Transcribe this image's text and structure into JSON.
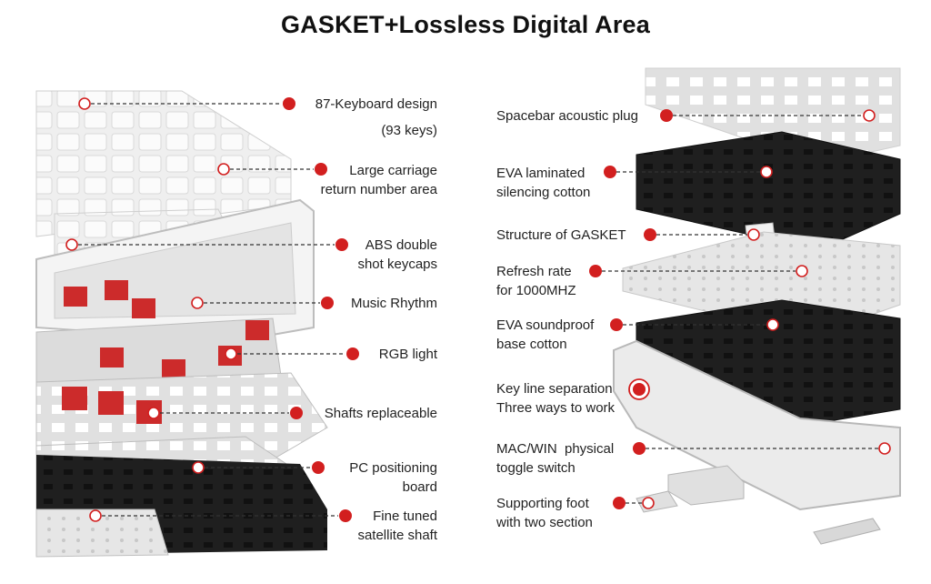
{
  "title": "GASKET+Lossless Digital Area",
  "colors": {
    "accent": "#d21f1f",
    "dark_plate": "#1e1e1e",
    "light_plate": "#e9e9e9"
  },
  "left_callouts": [
    {
      "line1": "87-Keyboard design",
      "line2": "(93 keys)"
    },
    {
      "line1": "Large carriage",
      "line2": "return number area"
    },
    {
      "line1": "ABS double",
      "line2": "shot keycaps"
    },
    {
      "line1": "Music Rhythm",
      "line2": ""
    },
    {
      "line1": "RGB light",
      "line2": ""
    },
    {
      "line1": "Shafts replaceable",
      "line2": ""
    },
    {
      "line1": "PC positioning",
      "line2": "board"
    },
    {
      "line1": "Fine tuned",
      "line2": "satellite shaft"
    }
  ],
  "right_callouts": [
    {
      "line1": "Spacebar acoustic plug",
      "line2": ""
    },
    {
      "line1": "EVA laminated",
      "line2": "silencing cotton"
    },
    {
      "line1": "Structure of GASKET",
      "line2": ""
    },
    {
      "line1": "Refresh rate",
      "line2": "for 1000MHZ"
    },
    {
      "line1": "EVA soundproof",
      "line2": "base cotton"
    },
    {
      "line1": "Key line separation",
      "line2": "Three ways to work"
    },
    {
      "line1": "MAC/WIN  physical",
      "line2": "toggle switch"
    },
    {
      "line1": "Supporting foot",
      "line2": "with two section"
    }
  ]
}
